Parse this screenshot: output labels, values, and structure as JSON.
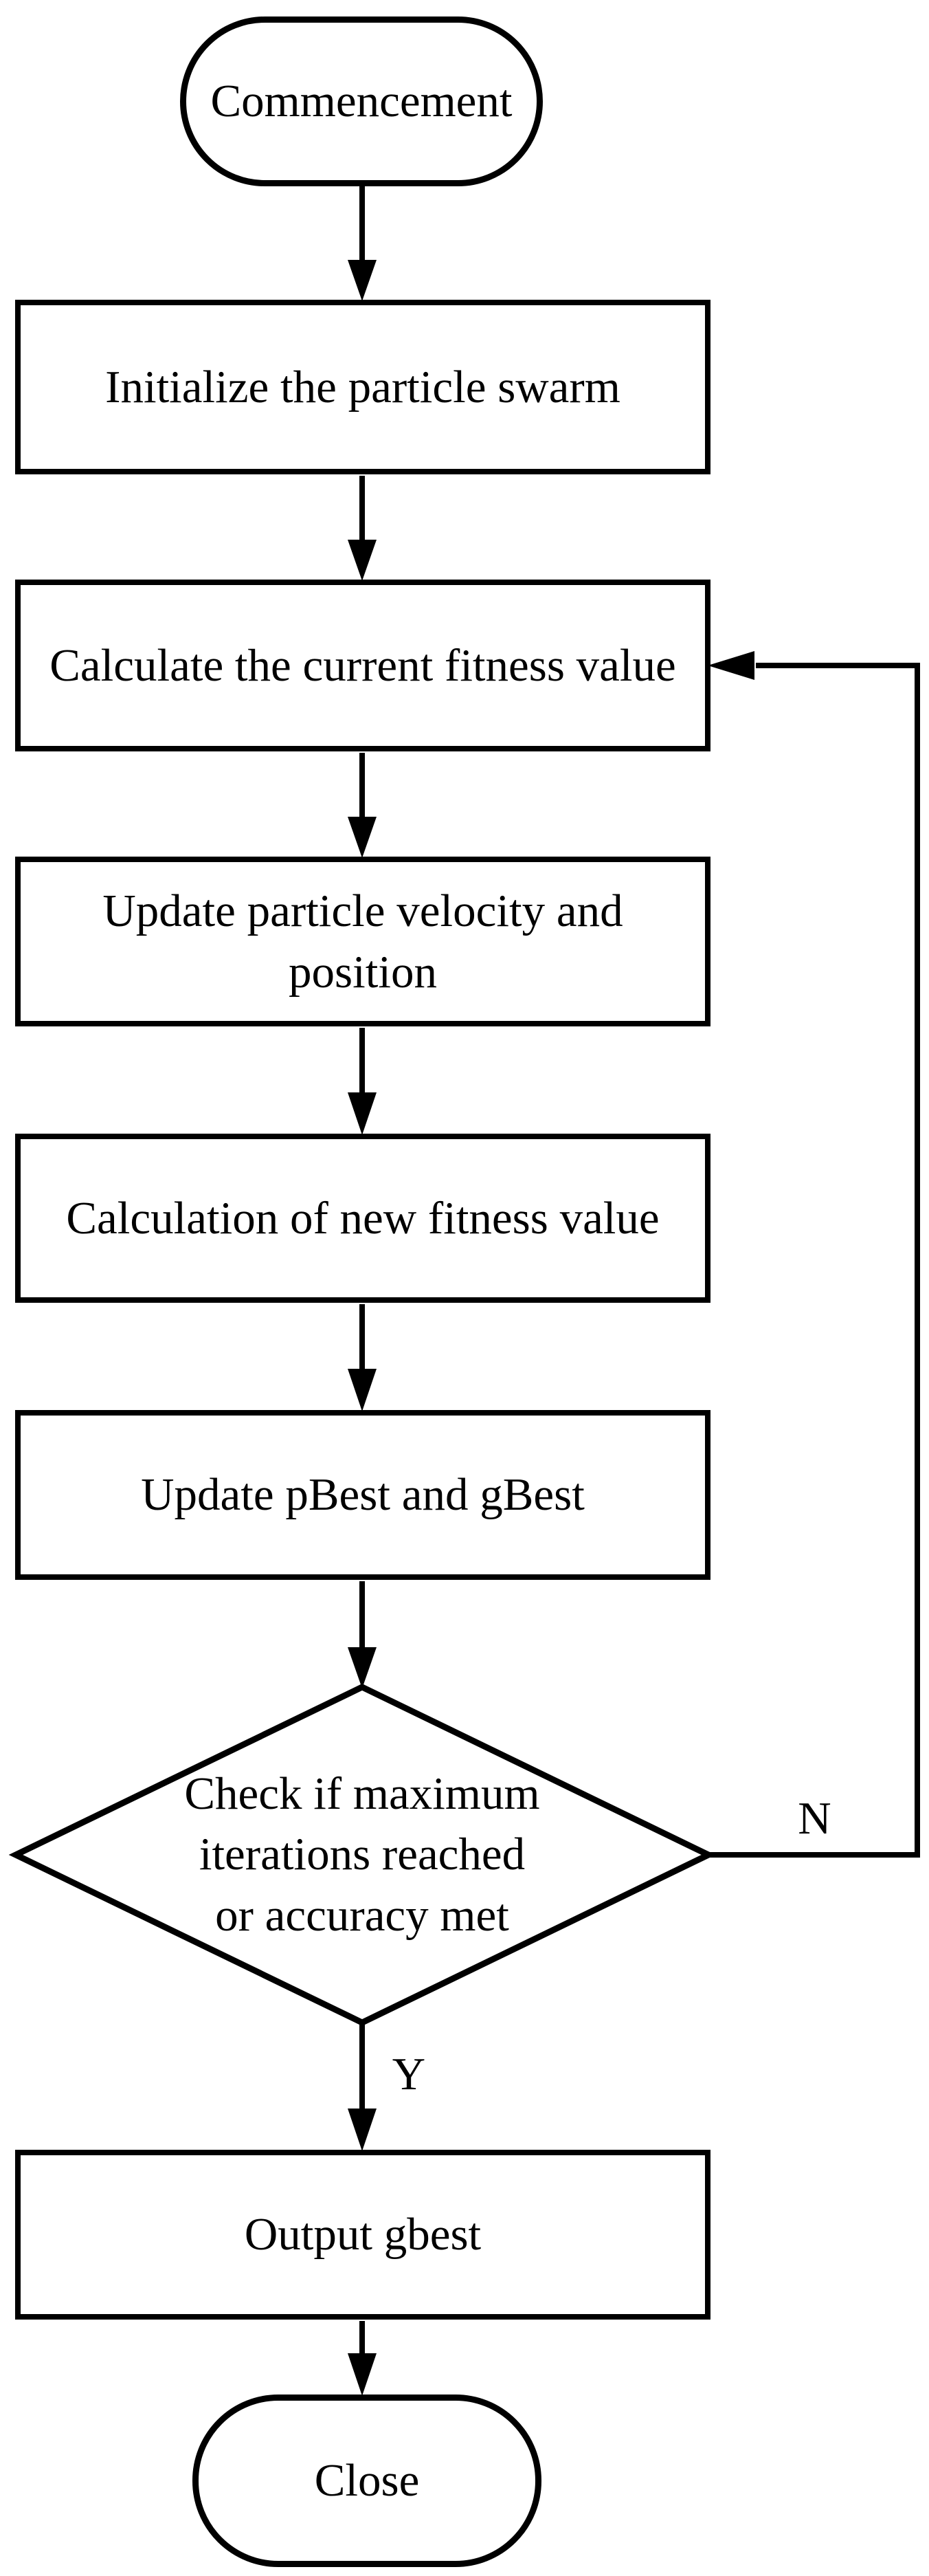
{
  "diagram": {
    "type": "flowchart",
    "subject": "particle swarm optimization loop",
    "colors": {
      "stroke": "#000000",
      "node_fill": "#ffffff",
      "text": "#000000",
      "background": "#ffffff"
    },
    "nodes": [
      {
        "id": "start",
        "shape": "terminator",
        "label": "Commencement"
      },
      {
        "id": "init",
        "shape": "process",
        "label": "Initialize the particle swarm"
      },
      {
        "id": "fitness",
        "shape": "process",
        "label": "Calculate the current fitness value"
      },
      {
        "id": "velocity",
        "shape": "process",
        "label": "Update particle velocity and position"
      },
      {
        "id": "newfitness",
        "shape": "process",
        "label": "Calculation of new fitness value"
      },
      {
        "id": "best",
        "shape": "process",
        "label": "Update pBest and gBest"
      },
      {
        "id": "decision",
        "shape": "decision",
        "label": "Check if maximum iterations reached or accuracy met"
      },
      {
        "id": "output",
        "shape": "process",
        "label": "Output gbest"
      },
      {
        "id": "end",
        "shape": "terminator",
        "label": "Close"
      }
    ],
    "edges": [
      {
        "from": "start",
        "to": "init"
      },
      {
        "from": "init",
        "to": "fitness"
      },
      {
        "from": "fitness",
        "to": "velocity"
      },
      {
        "from": "velocity",
        "to": "newfitness"
      },
      {
        "from": "newfitness",
        "to": "best"
      },
      {
        "from": "best",
        "to": "decision"
      },
      {
        "from": "decision",
        "to": "output",
        "label": "Y"
      },
      {
        "from": "decision",
        "to": "fitness",
        "label": "N",
        "route": "right-side-loop"
      }
    ]
  }
}
